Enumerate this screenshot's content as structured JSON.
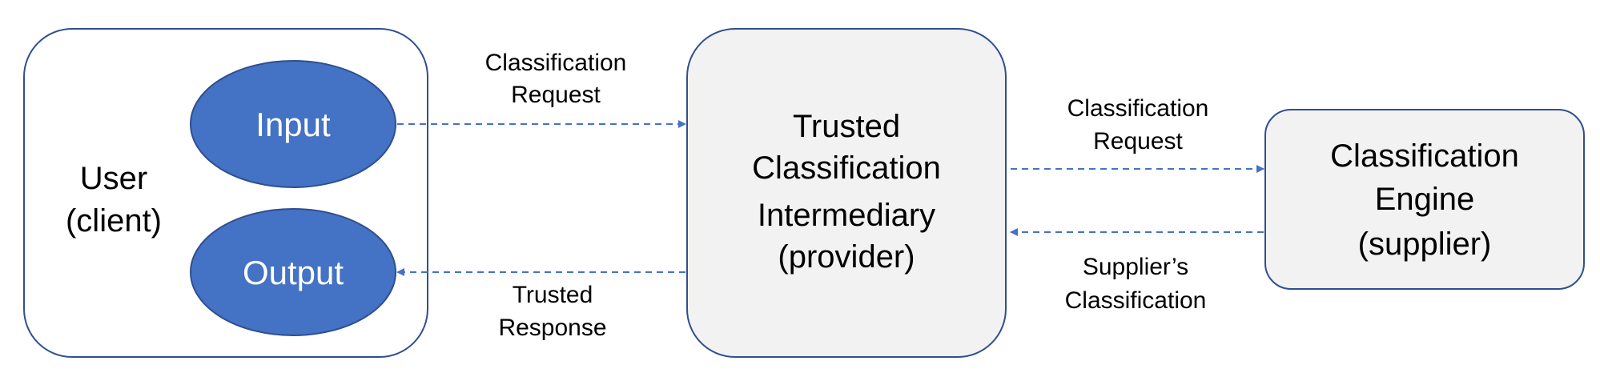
{
  "colors": {
    "box_stroke": "#2f4f8f",
    "client_fill": "#ffffff",
    "gray_fill": "#f2f2f2",
    "oval_fill": "#4472c4",
    "oval_stroke": "#2f4f8f",
    "arrow": "#4472c4"
  },
  "nodes": {
    "client": {
      "line1": "User",
      "line2": "(client)",
      "input": "Input",
      "output": "Output"
    },
    "provider": {
      "line1": "Trusted",
      "line2": "Classification",
      "line3": "Intermediary",
      "line4": "(provider)"
    },
    "supplier": {
      "line1": "Classification",
      "line2": "Engine",
      "line3": "(supplier)"
    }
  },
  "edges": {
    "request_to_provider": {
      "line1": "Classification",
      "line2": "Request"
    },
    "response_to_client": {
      "line1": "Trusted",
      "line2": "Response"
    },
    "request_to_supplier": {
      "line1": "Classification",
      "line2": "Request"
    },
    "supplier_response": {
      "line1": "Supplier’s",
      "line2": "Classification"
    }
  }
}
